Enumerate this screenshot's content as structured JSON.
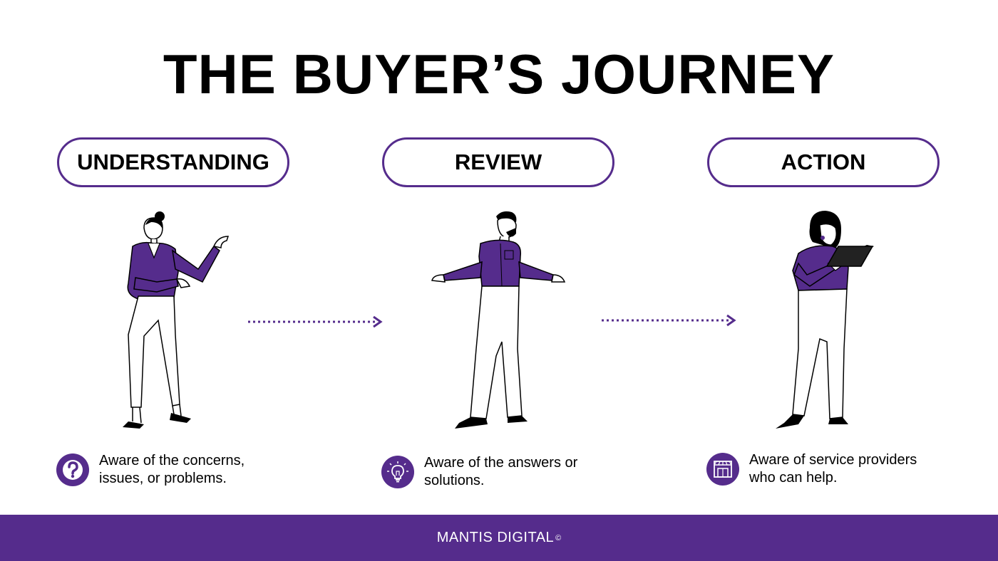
{
  "title": "THE BUYER’S JOURNEY",
  "stages": [
    {
      "label": "UNDERSTANDING",
      "icon": "question-icon",
      "description_line1": "Aware of the concerns,",
      "description_line2": "issues, or problems."
    },
    {
      "label": "REVIEW",
      "icon": "lightbulb-icon",
      "description_line1": "Aware of the answers or",
      "description_line2": "solutions."
    },
    {
      "label": "ACTION",
      "icon": "storefront-icon",
      "description_line1": "Aware of service providers",
      "description_line2": "who can help."
    }
  ],
  "footer": {
    "brand": "MANTIS DIGITAL",
    "mark": "©"
  },
  "colors": {
    "accent": "#552c8c",
    "text": "#000000",
    "background": "#ffffff"
  }
}
